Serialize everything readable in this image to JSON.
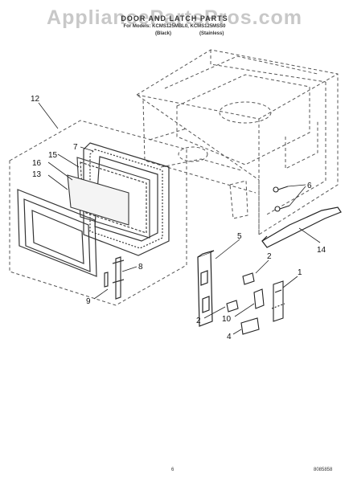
{
  "header": {
    "watermark": "AppliancePartsPros.com",
    "title": "DOOR AND LATCH PARTS",
    "subtitle": "For Models: KCMS125MBL0, KCMS125MSS0",
    "variant_black": "(Black)",
    "variant_stainless": "(Stainless)"
  },
  "footer": {
    "page_number": "6",
    "document_code": "8085858"
  },
  "callouts": [
    "12",
    "7",
    "15",
    "16",
    "13",
    "8",
    "9",
    "6",
    "5",
    "14",
    "2",
    "1",
    "2",
    "10",
    "4"
  ],
  "colors": {
    "line": "#333333",
    "dashed": "#555555",
    "watermark": "#c8c8c8"
  }
}
